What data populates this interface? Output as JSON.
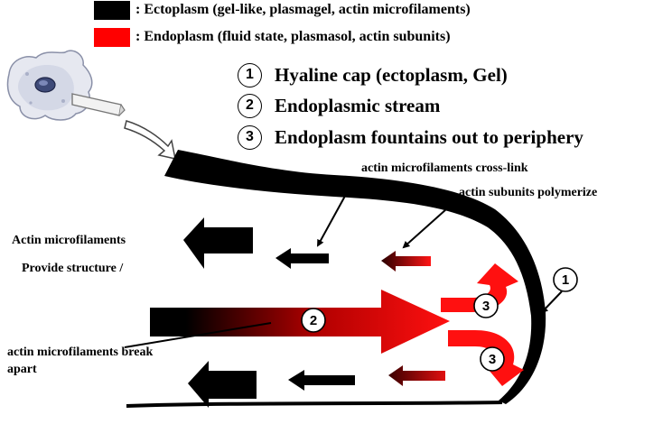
{
  "legend": {
    "ectoplasm": {
      "color": "#000000",
      "text": ": Ectoplasm (gel-like, plasmagel, actin microfilaments)"
    },
    "endoplasm": {
      "color": "#ff0000",
      "text": ": Endoplasm (fluid state, plasmasol, actin subunits)"
    }
  },
  "steps": [
    {
      "num": "1",
      "text": "Hyaline cap  (ectoplasm, Gel)"
    },
    {
      "num": "2",
      "text": "Endoplasmic stream"
    },
    {
      "num": "3",
      "text": "Endoplasm fountains out to periphery"
    }
  ],
  "labels": {
    "crosslink": "actin microfilaments cross-link",
    "polymerize": "actin subunits polymerize",
    "structure_1": "Actin microfilaments",
    "structure_2": "Provide structure /",
    "break_1": "actin microfilaments break",
    "break_2": "apart"
  },
  "badges": {
    "cap": "1",
    "stream": "2",
    "fountain_top": "3",
    "fountain_bottom": "3"
  },
  "icons": {
    "amoeba": "amoeba-cell-icon",
    "zoom": "zoom-arrow-icon"
  }
}
